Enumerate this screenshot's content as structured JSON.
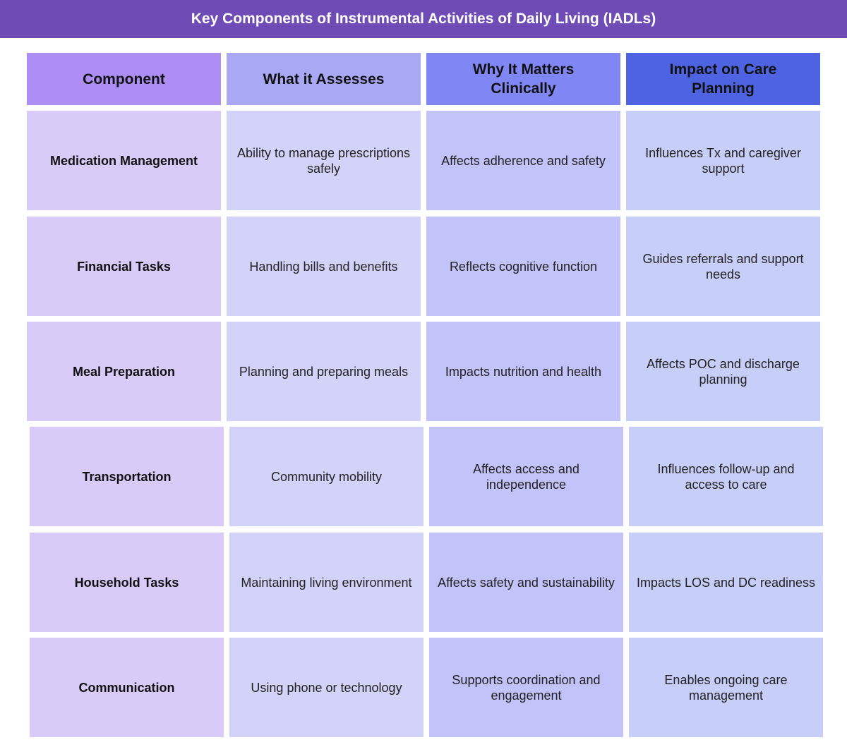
{
  "title": "Key Components of Instrumental Activities of Daily Living (IADLs)",
  "headers": [
    "Component",
    "What it Assesses",
    "Why It Matters Clinically",
    "Impact on Care Planning"
  ],
  "header_colors": [
    "#ac8ef4",
    "#a9a8f5",
    "#8087f5",
    "#4d63e2"
  ],
  "rows": [
    [
      "Medication Management",
      "Ability to manage prescriptions safely",
      "Affects adherence and safety",
      "Influences Tx and caregiver support"
    ],
    [
      "Financial Tasks",
      "Handling bills and benefits",
      "Reflects cognitive function",
      "Guides referrals and support needs"
    ],
    [
      "Meal Preparation",
      "Planning and preparing meals",
      "Impacts nutrition and health",
      "Affects POC and discharge planning"
    ],
    [
      "Transportation",
      "Community mobility",
      "Affects access and independence",
      "Influences follow-up and access to care"
    ],
    [
      "Household Tasks",
      "Maintaining living environment",
      "Affects safety and sustainability",
      "Impacts LOS and DC readiness"
    ],
    [
      "Communication",
      "Using phone or technology",
      "Supports coordination and engagement",
      "Enables ongoing care management"
    ]
  ]
}
